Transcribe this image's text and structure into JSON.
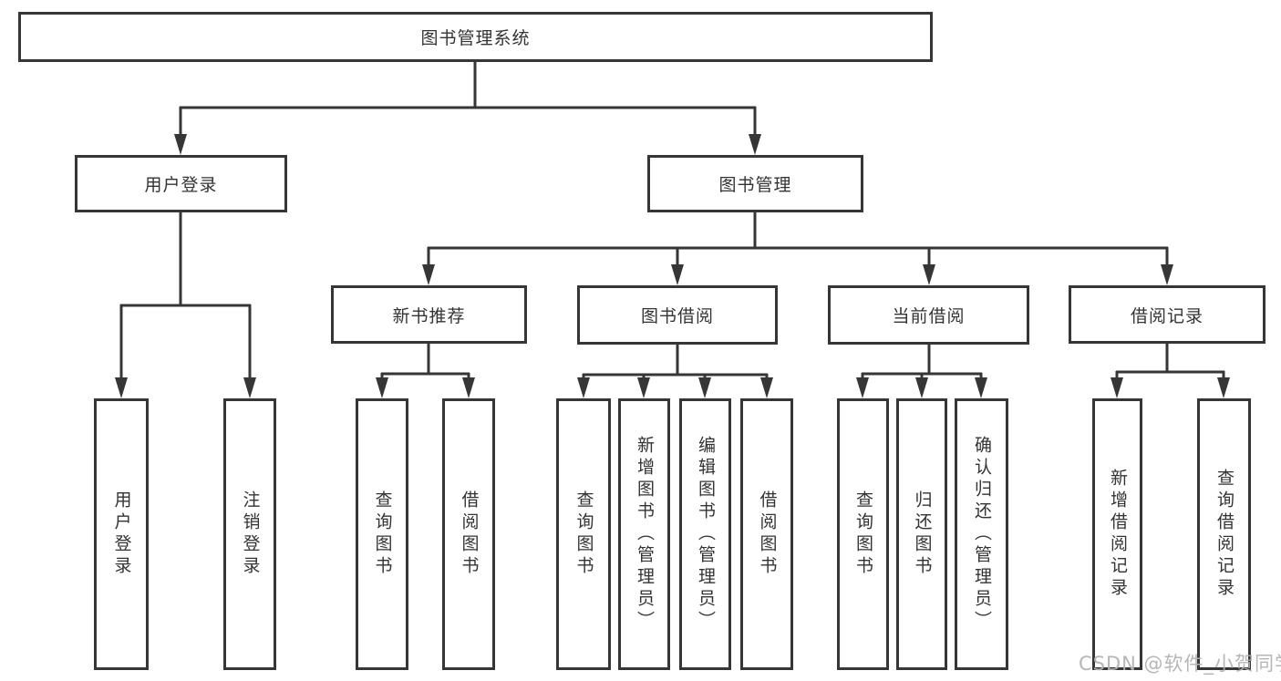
{
  "root": {
    "label": "图书管理系统"
  },
  "level2": [
    {
      "label": "用户登录"
    },
    {
      "label": "图书管理"
    }
  ],
  "level3": [
    {
      "label": "新书推荐"
    },
    {
      "label": "图书借阅"
    },
    {
      "label": "当前借阅"
    },
    {
      "label": "借阅记录"
    }
  ],
  "leaves": [
    {
      "label": "用户登录"
    },
    {
      "label": "注销登录"
    },
    {
      "label": "查询图书"
    },
    {
      "label": "借阅图书"
    },
    {
      "label": "查询图书"
    },
    {
      "label": "新增图书（管理员）"
    },
    {
      "label": "编辑图书（管理员）"
    },
    {
      "label": "借阅图书"
    },
    {
      "label": "查询图书"
    },
    {
      "label": "归还图书"
    },
    {
      "label": "确认归还（管理员）"
    },
    {
      "label": "新增借阅记录"
    },
    {
      "label": "查询借阅记录"
    }
  ],
  "watermark": {
    "text": "CSDN @软件_小贺同学"
  },
  "colors": {
    "line": "#363636",
    "text": "#333333",
    "box_background": "#ffffff",
    "watermark": "#b2b2b2"
  }
}
